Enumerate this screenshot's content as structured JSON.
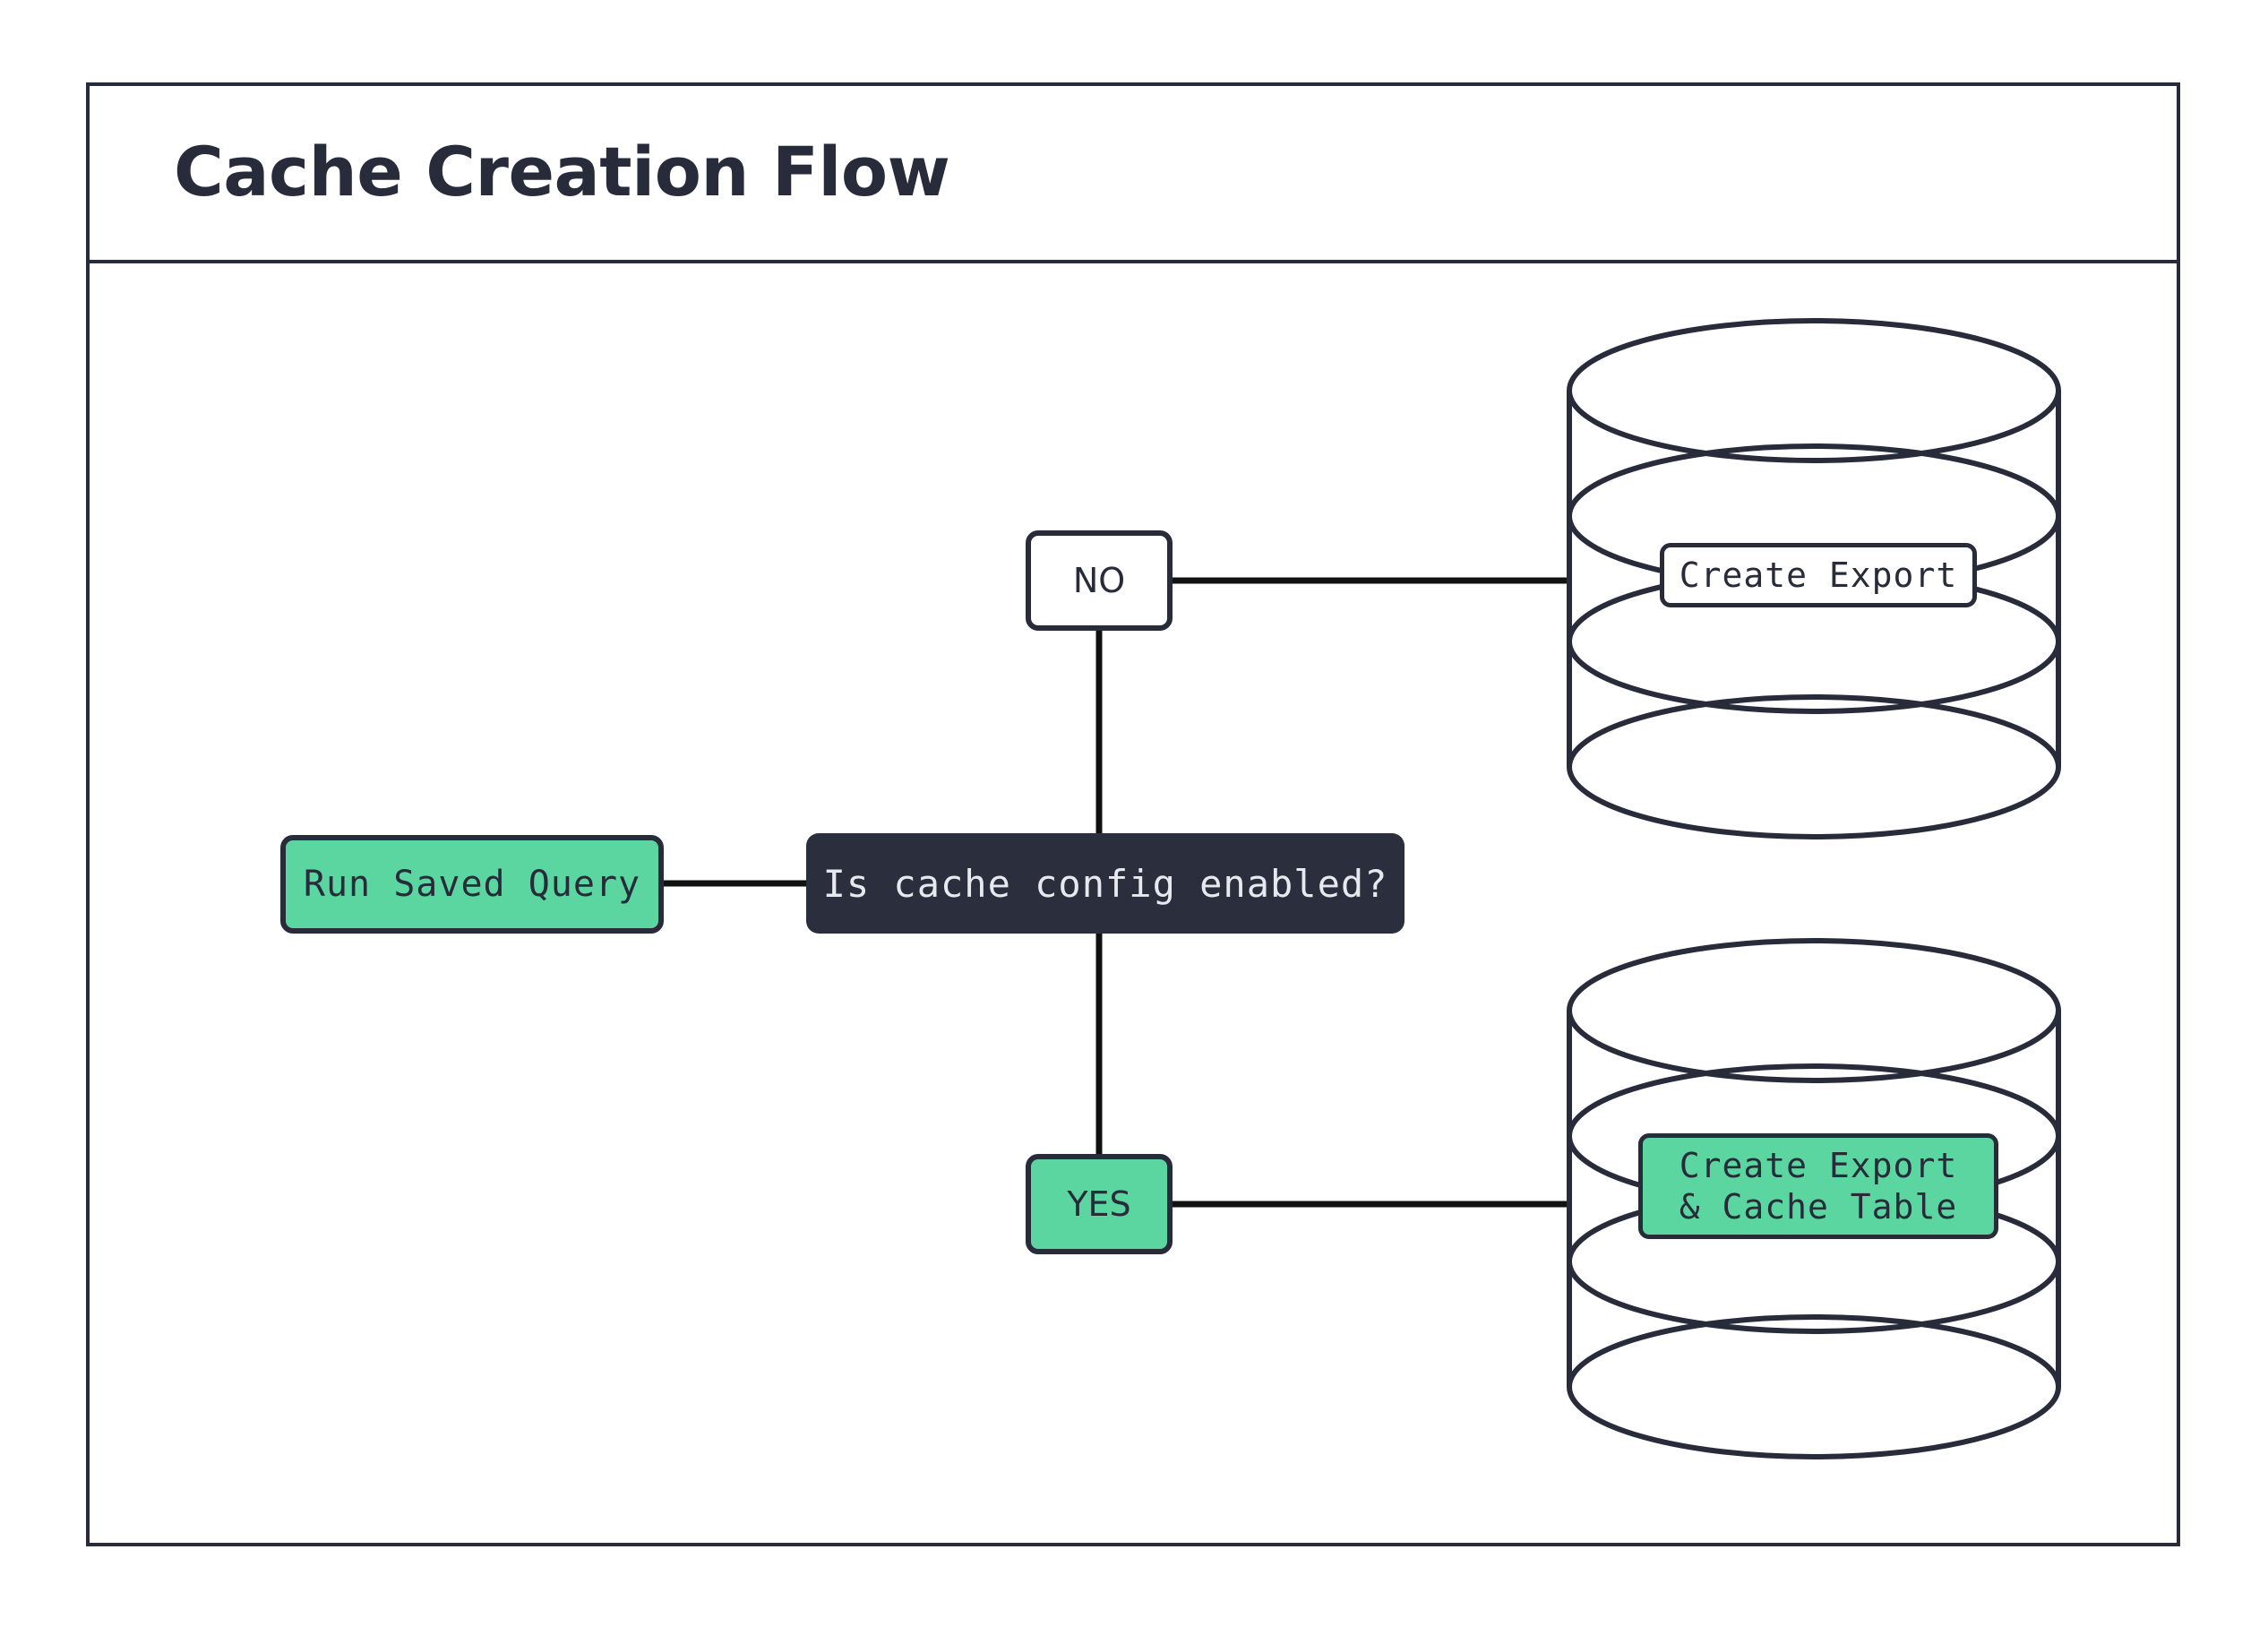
{
  "diagram": {
    "title": "Cache Creation Flow",
    "type": "flowchart",
    "orientation": "left-to-right",
    "colors": {
      "stroke": "#272b3a",
      "accent_green": "#5cd6a0",
      "decision_fill": "#2a2e3d",
      "decision_text": "#e8e9ee",
      "canvas": "#ffffff"
    },
    "nodes": {
      "start": {
        "id": "run-saved-query",
        "label": "Run Saved Query",
        "shape": "rounded-rect",
        "fill": "#5cd6a0"
      },
      "decision": {
        "id": "is-cache-config-enabled",
        "label": "Is cache config enabled?",
        "shape": "rounded-rect",
        "fill": "#2a2e3d"
      },
      "database_top": {
        "id": "export-database",
        "shape": "cylinder",
        "label": "Create Export",
        "label_fill": "#ffffff"
      },
      "database_bottom": {
        "id": "export-cache-database",
        "shape": "cylinder",
        "label": "Create Export\n& Cache Table",
        "label_fill": "#5cd6a0"
      }
    },
    "edges": [
      {
        "id": "edge-start-decision",
        "from": "run-saved-query",
        "to": "is-cache-config-enabled",
        "label": ""
      },
      {
        "id": "edge-decision-no",
        "from": "is-cache-config-enabled",
        "to": "export-database",
        "label": "NO"
      },
      {
        "id": "edge-decision-yes",
        "from": "is-cache-config-enabled",
        "to": "export-cache-database",
        "label": "YES"
      }
    ],
    "edge_labels": {
      "no": "NO",
      "yes": "YES"
    }
  }
}
